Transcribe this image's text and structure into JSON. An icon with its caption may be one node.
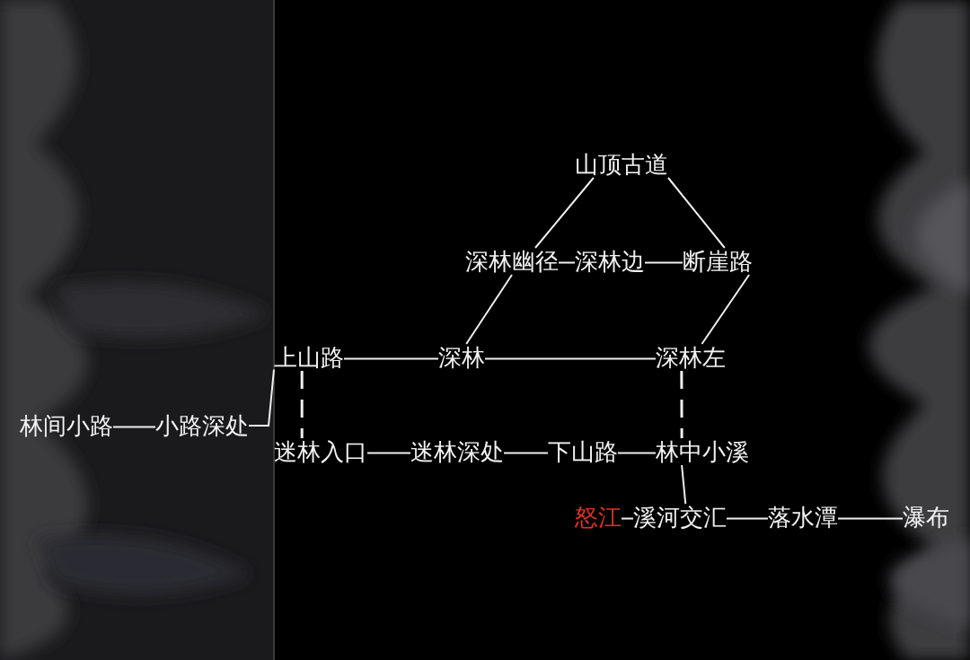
{
  "diagram": {
    "nodes": [
      {
        "text": [
          "山顶古道"
        ]
      },
      {
        "text": [
          "深林幽径"
        ]
      },
      {
        "text": [
          "深林边"
        ]
      },
      {
        "text": [
          "断崖路"
        ]
      },
      {
        "text": [
          "上山路"
        ]
      },
      {
        "text": [
          "深林"
        ]
      },
      {
        "text": [
          "深林左"
        ]
      },
      {
        "text": [
          "林间小路"
        ]
      },
      {
        "text": [
          "小路深处"
        ]
      },
      {
        "text": [
          "迷林入口"
        ]
      },
      {
        "text": [
          "迷林深处"
        ]
      },
      {
        "text": [
          "下山路"
        ]
      },
      {
        "text": [
          "林中小溪"
        ]
      },
      {
        "text": [
          "怒江"
        ]
      },
      {
        "text": [
          "溪河交汇"
        ]
      },
      {
        "text": [
          "落水潭"
        ]
      },
      {
        "text": [
          "瀑布"
        ]
      }
    ],
    "edges": [
      {
        "from": 0,
        "to": 1,
        "arrow": "none"
      },
      {
        "from": 0,
        "to": 3,
        "arrow": "none"
      },
      {
        "from": 1,
        "to": 2,
        "arrow": "none"
      },
      {
        "from": 2,
        "to": 3,
        "arrow": "none"
      },
      {
        "from": 1,
        "to": 5,
        "arrow": "none"
      },
      {
        "from": 3,
        "to": 6,
        "arrow": "none"
      },
      {
        "from": 4,
        "to": 5,
        "arrow": "none"
      },
      {
        "from": 5,
        "to": 6,
        "arrow": "none"
      },
      {
        "from": 7,
        "to": 8,
        "arrow": "none"
      },
      {
        "from": 8,
        "to": 4,
        "arrow": "none"
      },
      {
        "from": 4,
        "to": 9,
        "arrow": "none",
        "style": "dashed"
      },
      {
        "from": 6,
        "to": 12,
        "arrow": "none",
        "style": "dashed"
      },
      {
        "from": 9,
        "to": 10,
        "arrow": "none"
      },
      {
        "from": 10,
        "to": 11,
        "arrow": "none"
      },
      {
        "from": 11,
        "to": 12,
        "arrow": "none"
      },
      {
        "from": 12,
        "to": 14,
        "arrow": "none"
      },
      {
        "from": 13,
        "to": 14,
        "arrow": "none"
      },
      {
        "from": 14,
        "to": 15,
        "arrow": "none"
      },
      {
        "from": 15,
        "to": 16,
        "arrow": "none"
      }
    ]
  }
}
